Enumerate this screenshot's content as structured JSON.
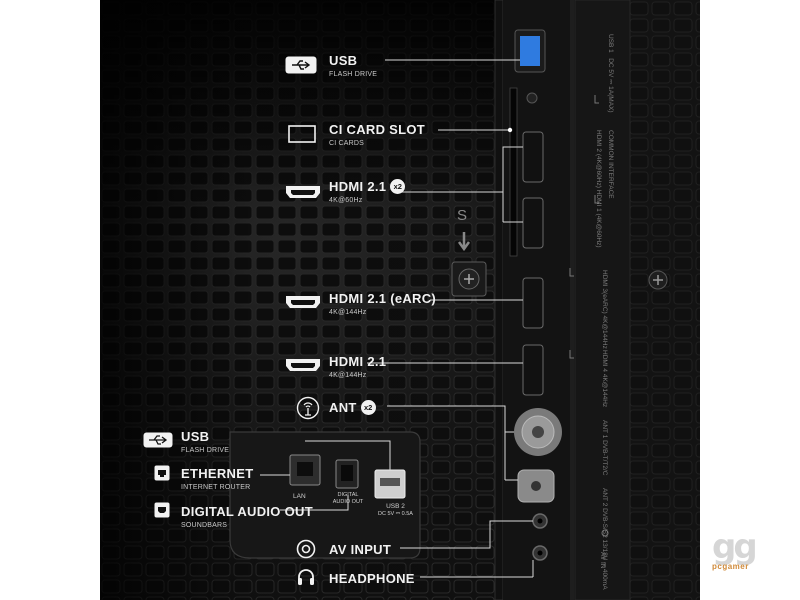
{
  "labels": {
    "usb_top": {
      "title": "USB",
      "sub": "FLASH DRIVE"
    },
    "ci_slot": {
      "title": "CI CARD SLOT",
      "sub": "CI CARDS"
    },
    "hdmi_12": {
      "title": "HDMI 2.1",
      "sub": "4K@60Hz",
      "badge": "x2"
    },
    "hdmi_3": {
      "title": "HDMI 2.1 (eARC)",
      "sub": "4K@144Hz"
    },
    "hdmi_4": {
      "title": "HDMI 2.1",
      "sub": "4K@144Hz"
    },
    "ant": {
      "title": "ANT",
      "badge": "x2"
    },
    "usb_side": {
      "title": "USB",
      "sub": "FLASH DRIVE"
    },
    "ethernet": {
      "title": "ETHERNET",
      "sub": "INTERNET ROUTER"
    },
    "digital_audio": {
      "title": "DIGITAL AUDIO OUT",
      "sub": "SOUNDBARS"
    },
    "av_input": {
      "title": "AV INPUT"
    },
    "headphone": {
      "title": "HEADPHONE"
    }
  },
  "panel_text": {
    "lan": "LAN",
    "digital_audio_out": "DIGITAL AUDIO OUT",
    "usb2": "USB 2",
    "usb2_power": "DC 5V ⎓ 0.5A",
    "s_mark": "S",
    "usb1": "USB 1",
    "usb1_power": "DC 5V ⎓ 1A(MAX)",
    "common_interface": "COMMON INTERFACE",
    "hdmi2_1": "HDMI 2 (4K@60Hz)  HDMI 1 (4K@60Hz)",
    "hdmi3": "HDMI 3(eARC) 4K@144Hz",
    "hdmi4": "HDMI 4 4K@144Hz",
    "ant1": "ANT 1 DVB-T/T2/C",
    "ant2": "ANT 2 DVB-S/S2 13/18V ⎓ 400mA",
    "av_in": "AV IN"
  },
  "watermark": {
    "mark": "gg",
    "name": "pcgamer"
  },
  "icons": [
    "usb-icon",
    "ci-card-icon",
    "hdmi-icon",
    "antenna-icon",
    "ethernet-icon",
    "optical-audio-icon",
    "av-input-icon",
    "headphone-icon"
  ]
}
